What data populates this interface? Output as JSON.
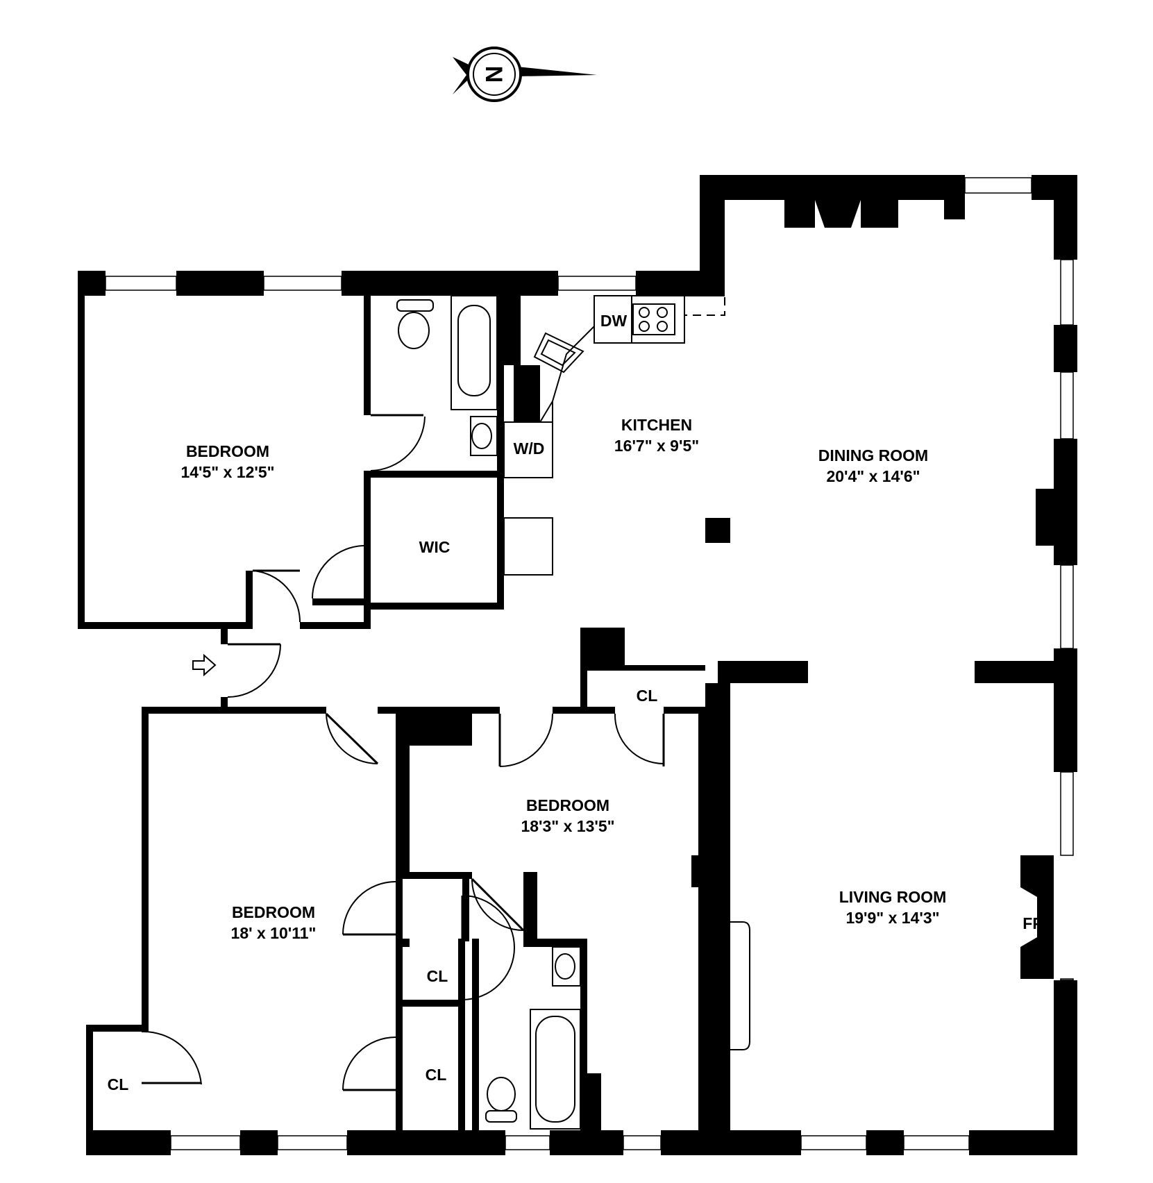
{
  "compass": {
    "letter": "N",
    "icon": "north-compass-icon"
  },
  "rooms": {
    "bedroom_nw": {
      "name": "BEDROOM",
      "dims": "14'5\" x 12'5\""
    },
    "kitchen": {
      "name": "KITCHEN",
      "dims": "16'7\" x 9'5\""
    },
    "dining": {
      "name": "DINING ROOM",
      "dims": "20'4\" x 14'6\""
    },
    "bedroom_center": {
      "name": "BEDROOM",
      "dims": "18'3\" x 13'5\""
    },
    "bedroom_sw": {
      "name": "BEDROOM",
      "dims": "18' x 10'11\""
    },
    "living": {
      "name": "LIVING ROOM",
      "dims": "19'9\" x 14'3\""
    }
  },
  "fixtures": {
    "fp_dining": "FP",
    "fp_living": "FP",
    "dw": "DW",
    "wd": "W/D",
    "wic": "WIC",
    "cl_hall": "CL",
    "cl_bath": "CL",
    "cl_mid": "CL",
    "cl_corner": "CL"
  },
  "entry_icon": "entry-arrow-icon"
}
